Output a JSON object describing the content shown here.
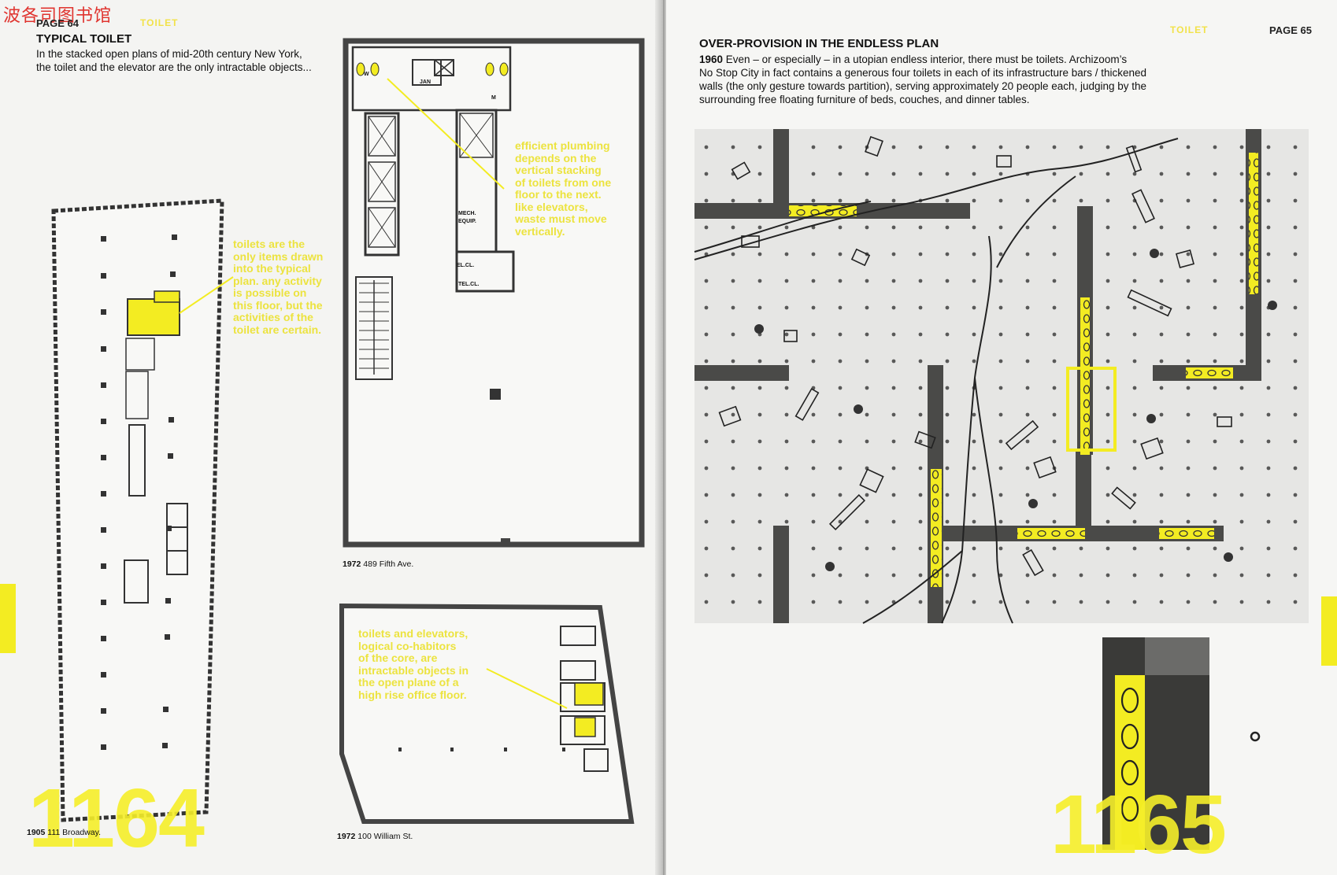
{
  "watermark": "波各司图书馆",
  "left_page": {
    "page_label": "PAGE 64",
    "section_tag": "TOILET",
    "heading": "TYPICAL TOILET",
    "intro_line1": "In the stacked open plans of mid-20th century New York,",
    "intro_line2": "the toilet and the elevator are the only intractable objects...",
    "big_number": "1164",
    "annotation_1": [
      "toilets are the",
      "only items drawn",
      "into the typical",
      "plan. any activity",
      "is possible on",
      "this floor, but the",
      "activities of the",
      "toilet are certain."
    ],
    "annotation_2": [
      "efficient plumbing",
      "depends on the",
      "vertical stacking",
      "of toilets from one",
      "floor to the next.",
      "like elevators,",
      "waste must move",
      "vertically."
    ],
    "annotation_3": [
      "toilets and elevators,",
      "logical co-habitors",
      "of the core, are",
      "intractable objects in",
      "the open plane of a",
      "high rise office floor."
    ],
    "plan_labels": {
      "jan": "JAN",
      "w": "W",
      "m": "M",
      "mech": "MECH.",
      "equip": "EQUIP.",
      "elcl": "EL.CL.",
      "telcl": "TEL.CL."
    },
    "caption_1905": {
      "year": "1905",
      "text": " 111 Broadway."
    },
    "caption_1972a": {
      "year": "1972",
      "text": " 489 Fifth Ave."
    },
    "caption_1972b": {
      "year": "1972",
      "text": " 100 William St."
    }
  },
  "right_page": {
    "section_tag": "TOILET",
    "page_label": "PAGE 65",
    "heading": "OVER-PROVISION IN THE ENDLESS PLAN",
    "line1_year": "1960",
    "line1": " Even – or especially – in a utopian endless interior, there must be toilets. Archizoom’s",
    "line2": "No Stop City in fact contains a generous four toilets in each of its infrastructure bars / thickened",
    "line3": "walls (the only gesture towards partition), serving approximately 20 people each, judging by the",
    "line4": "surrounding free floating furniture of beds, couches, and dinner tables.",
    "big_number": "1165"
  },
  "colors": {
    "highlight_yellow": "#f3ec22",
    "annotation_yellow": "#ece33f",
    "page": "#f4f4f2",
    "ink": "#111111",
    "bar_grey": "#4a4a48"
  }
}
